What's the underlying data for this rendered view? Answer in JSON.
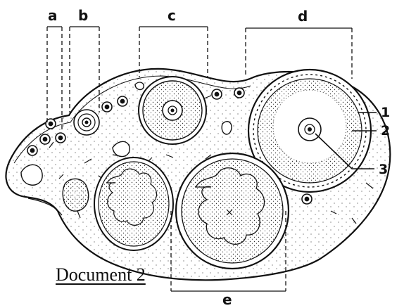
{
  "diagram": {
    "letters": {
      "a": "a",
      "b": "b",
      "c": "c",
      "d": "d",
      "e": "e"
    },
    "numbers": {
      "n1": "1",
      "n2": "2",
      "n3": "3"
    },
    "caption": "Document 2",
    "colors": {
      "ink": "#111111",
      "paper": "#ffffff",
      "dots": "#333333"
    }
  }
}
